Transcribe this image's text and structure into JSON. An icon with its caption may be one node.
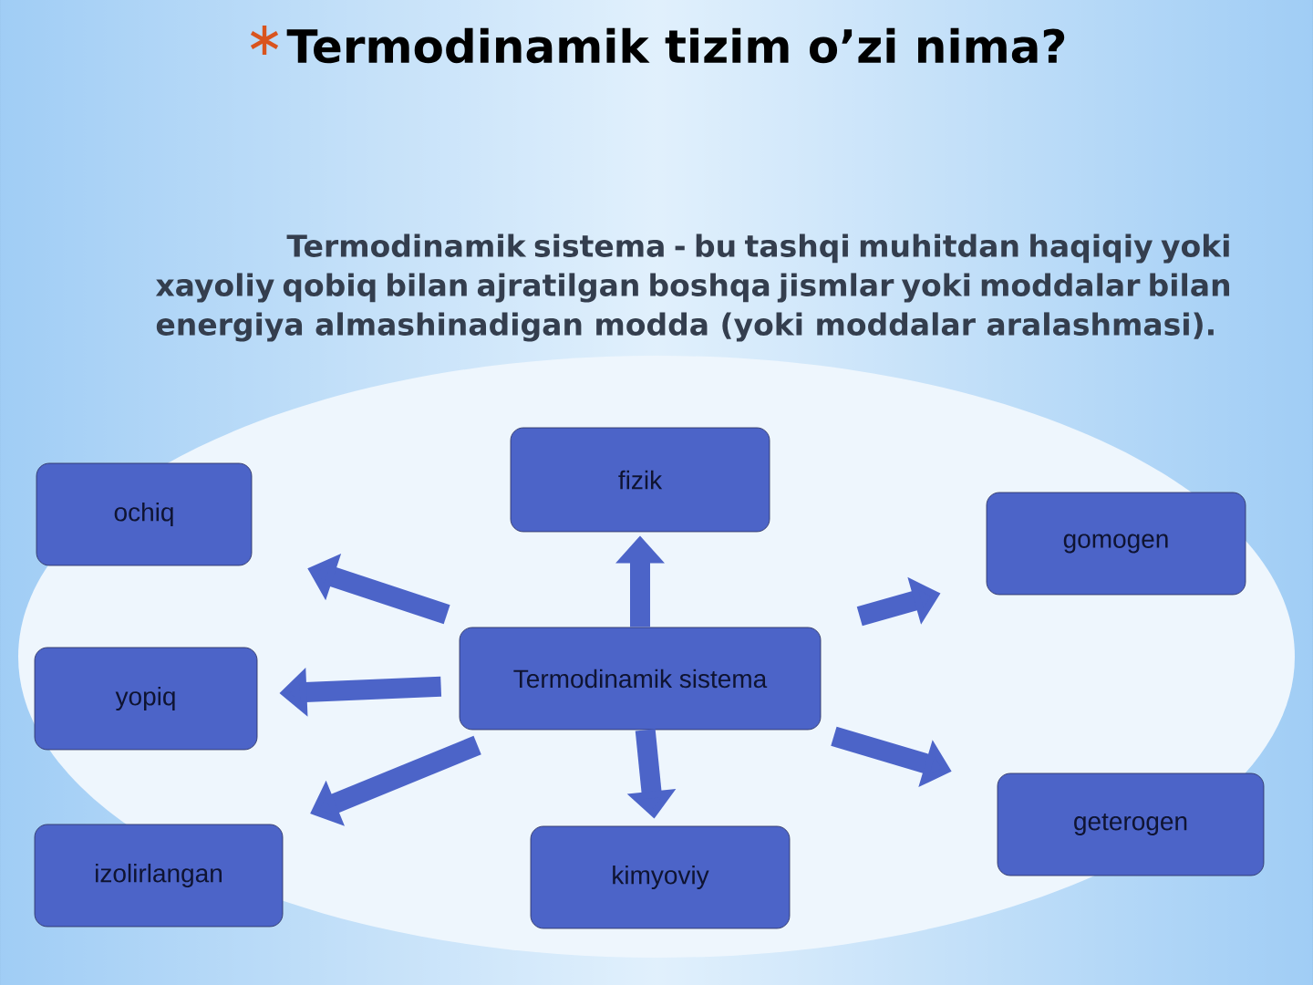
{
  "diagram": {
    "title": "Termodinamik tizim o’zi nima?",
    "nodes": [
      {
        "text": [
          "fizik"
        ]
      },
      {
        "text": [
          "ochiq"
        ]
      },
      {
        "text": [
          "gomogen"
        ]
      },
      {
        "text": [
          "Termodinamik sistema"
        ]
      },
      {
        "text": [
          "yopiq"
        ]
      },
      {
        "text": [
          "geterogen"
        ]
      },
      {
        "text": [
          "izolirlangan"
        ]
      },
      {
        "text": [
          "kimyoviy"
        ]
      }
    ],
    "edges": [
      {
        "from": 3,
        "to": 0,
        "arrow": "to"
      },
      {
        "from": 3,
        "to": 1,
        "arrow": "to"
      },
      {
        "from": 3,
        "to": 2,
        "arrow": "to"
      },
      {
        "from": 3,
        "to": 4,
        "arrow": "to"
      },
      {
        "from": 3,
        "to": 5,
        "arrow": "to"
      },
      {
        "from": 3,
        "to": 6,
        "arrow": "to"
      },
      {
        "from": 3,
        "to": 7,
        "arrow": "to"
      }
    ],
    "labels": [
      "Termodinamik sistema - bu tashqi muhitdan haqiqiy yoki xayoliy qobiq bilan ajratilgan boshqa jismlar yoki moddalar bilan energiya almashinadigan modda (yoki moddalar aralashmasi)."
    ]
  }
}
